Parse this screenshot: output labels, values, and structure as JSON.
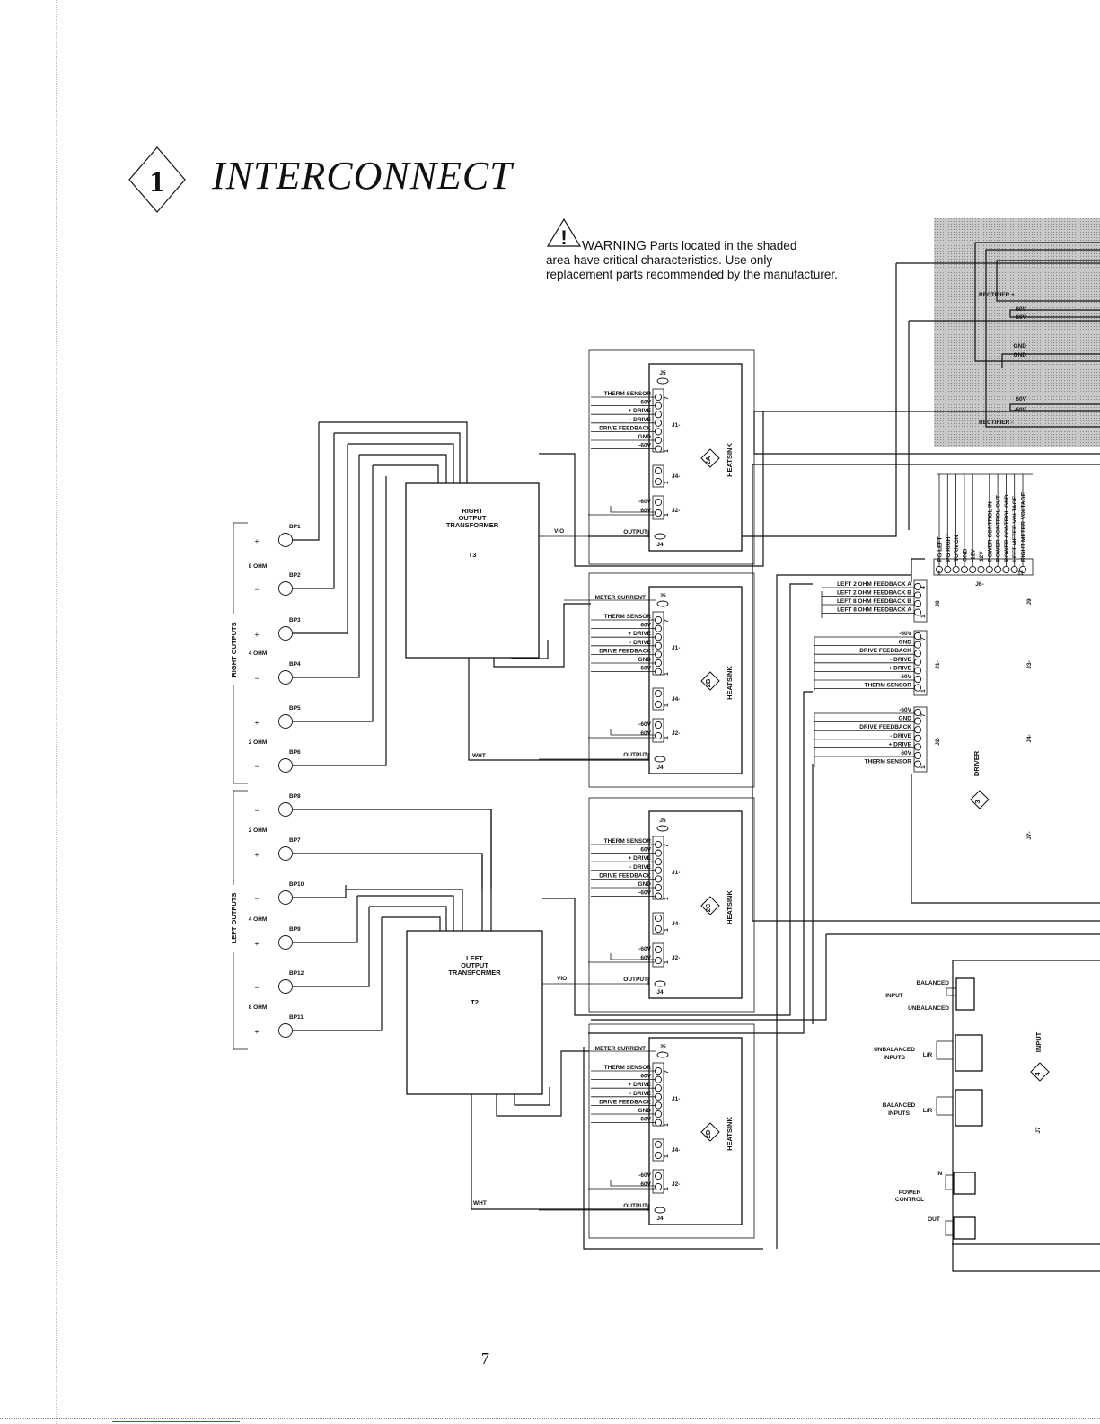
{
  "header": {
    "section_number": "1",
    "title": "INTERCONNECT"
  },
  "warning": {
    "label": "WARNING",
    "line1": "Parts located in the shaded",
    "line2": "area have critical characteristics. Use only",
    "line3": "replacement parts recommended by the manufacturer."
  },
  "page_number": "7",
  "right_outputs": {
    "group_label": "RIGHT OUTPUTS",
    "posts": [
      {
        "id": "BP1",
        "sign": "+"
      },
      {
        "id": "BP2",
        "sign": "−"
      },
      {
        "id": "BP3",
        "sign": "+"
      },
      {
        "id": "BP4",
        "sign": "−"
      },
      {
        "id": "BP5",
        "sign": "+"
      },
      {
        "id": "BP6",
        "sign": "−"
      }
    ],
    "impedances": [
      "8 OHM",
      "4 OHM",
      "2 OHM"
    ]
  },
  "left_outputs": {
    "group_label": "LEFT OUTPUTS",
    "posts": [
      {
        "id": "BP8",
        "sign": "−"
      },
      {
        "id": "BP7",
        "sign": "+"
      },
      {
        "id": "BP10",
        "sign": "−"
      },
      {
        "id": "BP9",
        "sign": "+"
      },
      {
        "id": "BP12",
        "sign": "−"
      },
      {
        "id": "BP11",
        "sign": "+"
      }
    ],
    "impedances": [
      "2 OHM",
      "4 OHM",
      "8 OHM"
    ]
  },
  "transformers": [
    {
      "line1": "RIGHT",
      "line2": "OUTPUT",
      "line3": "TRANSFORMER",
      "ref": "T3"
    },
    {
      "line1": "LEFT",
      "line2": "OUTPUT",
      "line3": "TRANSFORMER",
      "ref": "T2"
    }
  ],
  "wire_labels": {
    "vio": "VIO",
    "wht": "WHT"
  },
  "heatsinks": [
    {
      "id": "2A",
      "label": "HEATSINK",
      "meter_current": ""
    },
    {
      "id": "2B",
      "label": "HEATSINK",
      "meter_current": "METER CURRENT"
    },
    {
      "id": "2C",
      "label": "HEATSINK",
      "meter_current": ""
    },
    {
      "id": "2D",
      "label": "HEATSINK",
      "meter_current": "METER CURRENT"
    }
  ],
  "heatsink_common": {
    "j1_pins": [
      "THERM SENSOR",
      "60V",
      "+ DRIVE",
      "- DRIVE",
      "DRIVE FEEDBACK",
      "GND",
      "-60V"
    ],
    "j1_label": "J1-",
    "j1_pin_top": "7",
    "j1_pin_bottom": "1",
    "j4_label": "J4-",
    "j4_pin": "1",
    "j2_pins": [
      "-60V",
      "60V"
    ],
    "j2_label": "J2-",
    "j2_pin": "1",
    "j5_label": "J5",
    "output_label": "OUTPUT",
    "output_jack": "J4"
  },
  "power_supply": {
    "rectifier_pos": "RECTIFIER +",
    "v60_a": "60V",
    "vneg60_a": "-60V",
    "gnd_a": "GND",
    "gnd_b": "GND",
    "v60_b": "60V",
    "vneg60_b": "-60V",
    "rectifier_neg": "RECTIFIER -",
    "shade_color": "#c8c8c8"
  },
  "driver": {
    "label": "DRIVER",
    "id": "3",
    "j6_pins": [
      "PG LEFT",
      "PG RIGHT",
      "TURN ON",
      "GND",
      "-12V",
      "12V",
      "POWER CONTROL IN",
      "POWER CONTROL OUT",
      "POWER CONTROL GND",
      "LEFT METER VOLTAGE",
      "RIGHT METER VOLTAGE"
    ],
    "j6_label": "J6-",
    "j6_pin_first": "1",
    "j6_pin_last": "11",
    "j8_pins": [
      "LEFT 2 OHM FEEDBACK A",
      "LEFT 2 OHM FEEDBACK B",
      "LEFT 8 OHM FEEDBACK B",
      "LEFT 8 OHM FEEDBACK A"
    ],
    "j8_label": "J8",
    "j8_pin_top": "4",
    "j8_pin_bottom": "1",
    "j1_pins": [
      "-60V",
      "GND",
      "DRIVE FEEDBACK",
      "- DRIVE",
      "+ DRIVE",
      "60V",
      "THERM SENSOR"
    ],
    "j1_label": "J1-",
    "j2_pins": [
      "-60V",
      "GND",
      "DRIVE FEEDBACK",
      "- DRIVE",
      "+ DRIVE",
      "60V",
      "THERM SENSOR"
    ],
    "j2_label": "J2-",
    "pin_top": "7",
    "pin_bottom": "1",
    "j9_label": "J9",
    "j3_label": "J3-",
    "j4_label": "J4-",
    "j7_label": "J7-"
  },
  "input_board": {
    "label": "INPUT",
    "id": "4",
    "j7_label": "J7",
    "switch_balanced": "BALANCED",
    "switch_input": "INPUT",
    "switch_unbalanced": "UNBALANCED",
    "unbal_line1": "UNBALANCED",
    "unbal_line2": "INPUTS",
    "unbal_lr": "L/R",
    "bal_line1": "BALANCED",
    "bal_line2": "INPUTS",
    "bal_lr": "L/R",
    "pc_in": "IN",
    "pc_line1": "POWER",
    "pc_line2": "CONTROL",
    "pc_out": "OUT"
  }
}
